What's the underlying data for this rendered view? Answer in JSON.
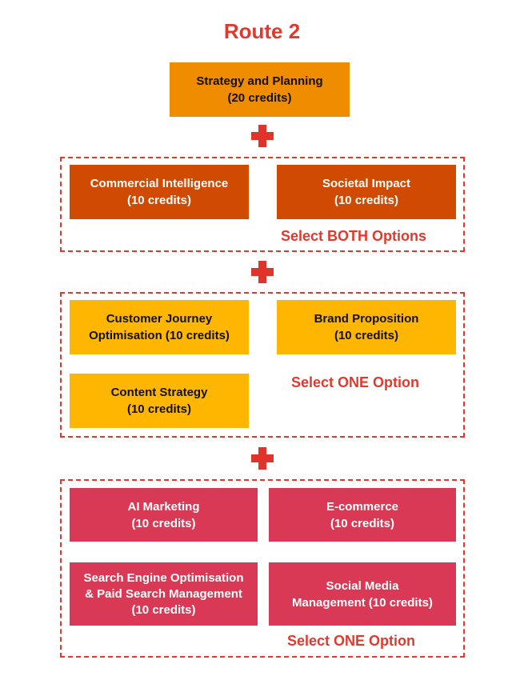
{
  "title": "Route 2",
  "colors": {
    "accent_red": "#e03a2e",
    "core_orange": "#ef8c00",
    "group1_orange": "#d04a02",
    "group2_yellow": "#ffb600",
    "group3_pink": "#d93954"
  },
  "core": {
    "name": "Strategy and Planning",
    "credits": "(20 credits)"
  },
  "connectors": [
    {
      "icon": "plus-icon"
    },
    {
      "icon": "plus-icon"
    },
    {
      "icon": "plus-icon"
    }
  ],
  "groups": [
    {
      "instruction": "Select BOTH Options",
      "modules": [
        {
          "line1": "Commercial Intelligence",
          "line2": "(10 credits)"
        },
        {
          "line1": "Societal Impact",
          "line2": "(10 credits)"
        }
      ]
    },
    {
      "instruction": "Select ONE Option",
      "modules": [
        {
          "line1": "Customer Journey",
          "line2": "Optimisation (10 credits)"
        },
        {
          "line1": "Brand Proposition",
          "line2": "(10 credits)"
        },
        {
          "line1": "Content Strategy",
          "line2": "(10 credits)"
        }
      ]
    },
    {
      "instruction": "Select ONE Option",
      "modules": [
        {
          "line1": "AI Marketing",
          "line2": "(10 credits)"
        },
        {
          "line1": "E-commerce",
          "line2": "(10 credits)"
        },
        {
          "line1": "Search Engine Optimisation",
          "line2": "& Paid Search Management",
          "line3": "(10 credits)"
        },
        {
          "line1": "Social Media",
          "line2": "Management (10 credits)"
        }
      ]
    }
  ]
}
